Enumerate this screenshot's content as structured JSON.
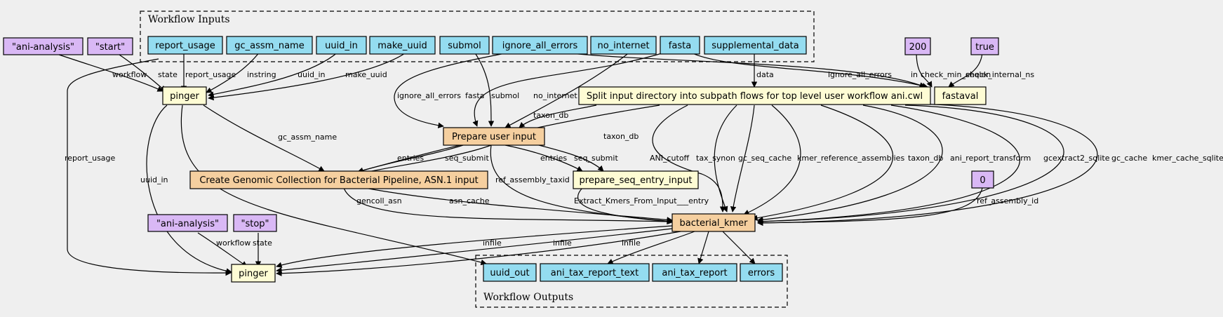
{
  "colors": {
    "input": "#94dcf0",
    "constant": "#d9b8f5",
    "step": "#fefcd4",
    "subworkflow": "#f5cf9f",
    "background": "#efefef"
  },
  "clusters": {
    "inputs_label": "Workflow Inputs",
    "outputs_label": "Workflow Outputs"
  },
  "nodes": {
    "const_ani_1": "\"ani-analysis\"",
    "const_start": "\"start\"",
    "in_report_usage": "report_usage",
    "in_gc_assm_name": "gc_assm_name",
    "in_uuid_in": "uuid_in",
    "in_make_uuid": "make_uuid",
    "in_submol": "submol",
    "in_ignore_all_errors": "ignore_all_errors",
    "in_no_internet": "no_internet",
    "in_fasta": "fasta",
    "in_supplemental_data": "supplemental_data",
    "const_200": "200",
    "const_true": "true",
    "step_pinger_1": "pinger",
    "step_split": "Split input directory into subpath flows for top level user workflow ani.cwl",
    "step_fastaval": "fastaval",
    "step_prepare_user_input": "Prepare user input",
    "step_create_genomic": "Create Genomic Collection for Bacterial Pipeline, ASN.1 input",
    "step_prepare_seq_entry": "prepare_seq_entry_input",
    "const_0": "0",
    "step_bacterial_kmer": "bacterial_kmer",
    "const_ani_2": "\"ani-analysis\"",
    "const_stop": "\"stop\"",
    "step_pinger_2": "pinger",
    "out_uuid_out": "uuid_out",
    "out_ani_tax_report_text": "ani_tax_report_text",
    "out_ani_tax_report": "ani_tax_report",
    "out_errors": "errors"
  },
  "edge_labels": {
    "workflow_1": "workflow",
    "state_1": "state",
    "report_usage_1": "report_usage",
    "instring": "instring",
    "uuid_in_1": "uuid_in",
    "make_uuid": "make_uuid",
    "ignore_all_errors_1": "ignore_all_errors",
    "fasta_1": "fasta",
    "submol": "submol",
    "no_internet": "no_internet",
    "data": "data",
    "ignore_all_errors_2": "ignore_all_errors",
    "in": "in",
    "check_min_seqlen": "check_min_seqlen",
    "check_internal_ns": "check_internal_ns",
    "taxon_db_1": "taxon_db",
    "taxon_db_2": "taxon_db",
    "gc_assm_name": "gc_assm_name",
    "report_usage_2": "report_usage",
    "uuid_in_2": "uuid_in",
    "entries_1": "entries",
    "seq_submit_1": "seq_submit",
    "entries_2": "entries",
    "seq_submit_2": "seq_submit",
    "ani_cutoff": "ANI_cutoff",
    "tax_synon": "tax_synon",
    "gc_seq_cache": "gc_seq_cache",
    "kmer_reference_assemblies": "kmer_reference_assemblies",
    "taxon_db_3": "taxon_db",
    "ani_report_transform": "ani_report_transform",
    "gcextract2_sqlite": "gcextract2_sqlite",
    "gc_cache": "gc_cache",
    "kmer_cache_sqlite": "kmer_cache_sqlite",
    "ref_assembly_taxid": "ref_assembly_taxid",
    "extract_kmers": "Extract_Kmers_From_Input___entry",
    "gencoll_asn": "gencoll_asn",
    "asn_cache": "asn_cache",
    "ref_assembly_id": "ref_assembly_id",
    "infile_1": "infile",
    "infile_2": "infile",
    "infile_3": "infile",
    "workflow_2": "workflow",
    "state_2": "state"
  }
}
